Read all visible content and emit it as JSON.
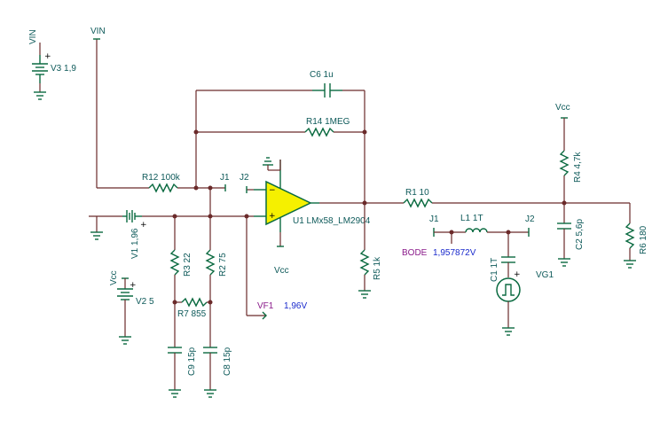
{
  "components": {
    "v3": "V3 1,9",
    "vin": "VIN",
    "c6": "C6 1u",
    "r14": "R14 1MEG",
    "r12": "R12 100k",
    "j1_left": "J1",
    "j2_left": "J2",
    "u1": "U1 LMx58_LM2904",
    "vcc_u1": "Vcc",
    "v1": "V1 1,96",
    "r3": "R3 22",
    "r2": "R2 75",
    "r7": "R7 855",
    "c9": "C9 15p",
    "c8": "C8 15p",
    "vcc_v2": "Vcc",
    "v2": "V2 5",
    "vf1": "VF1",
    "vf1_value": "1,96V",
    "r5": "R5 1k",
    "r1": "R1 10",
    "j1_right": "J1",
    "l1": "L1 1T",
    "j2_right": "J2",
    "bode": "BODE",
    "bode_value": "1,957872V",
    "c1": "C1 1T",
    "vg1": "VG1",
    "vcc_r4": "Vcc",
    "r4": "R4 4,7k",
    "c2": "C2 5,6p",
    "r6": "R6 180"
  },
  "symbols": {
    "plus": "+",
    "minus": "−"
  },
  "colors": {
    "wire": "#6b2a2a",
    "component": "#0a6a40",
    "label": "#0e5a5a",
    "opamp_fill": "#f5f000",
    "probe_label": "#8a1a8a",
    "value": "#1a2acc"
  }
}
